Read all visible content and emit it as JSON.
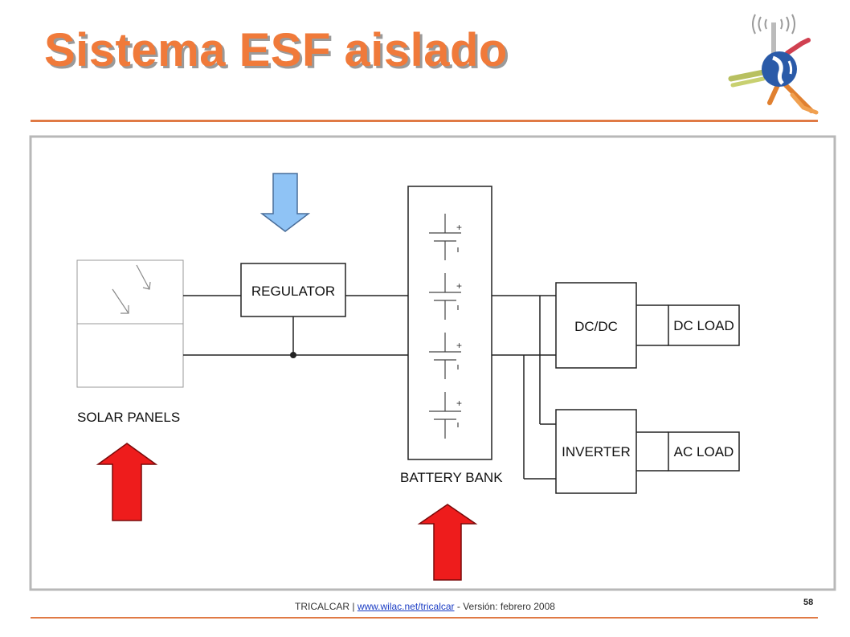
{
  "slide": {
    "title": "Sistema ESF aislado",
    "page_number": "58"
  },
  "footer": {
    "prefix": "TRICALCAR  | ",
    "link_text": "www.wilac.net/tricalcar",
    "suffix": " - Versión: febrero 2008"
  },
  "diagram": {
    "solar_panels_label": "SOLAR PANELS",
    "regulator_label": "REGULATOR",
    "battery_bank_label": "BATTERY BANK",
    "dcdc_label": "DC/DC",
    "inverter_label": "INVERTER",
    "dc_load_label": "DC LOAD",
    "ac_load_label": "AC LOAD",
    "plus_sign": "+"
  },
  "colors": {
    "title": "#f07a3a",
    "rule": "#e07a45",
    "arrow_blue": "#8fc3f5",
    "arrow_red": "#ee1c1c"
  },
  "icons": [
    "wireless-globe-logo-icon",
    "sunlight-rays-icon",
    "battery-cell-icon",
    "down-arrow-icon",
    "up-arrow-icon"
  ]
}
